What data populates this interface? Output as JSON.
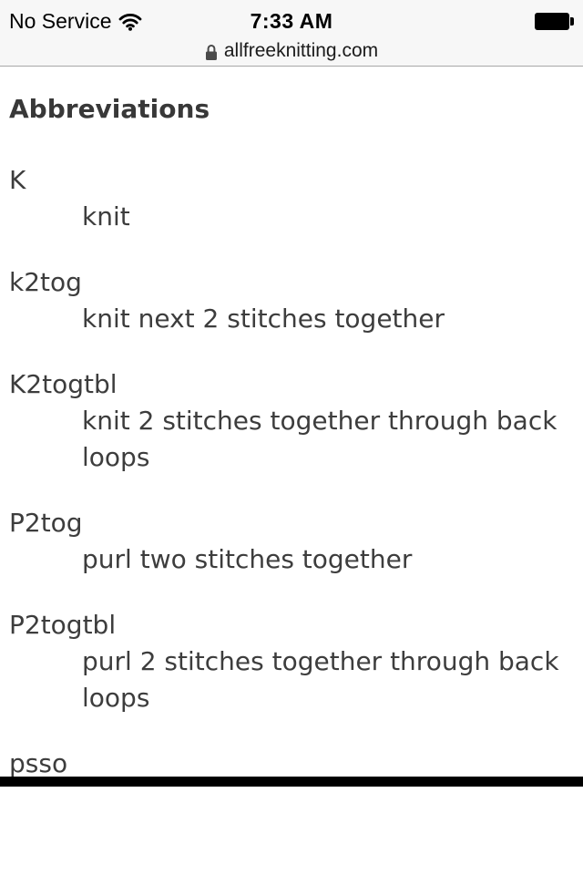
{
  "status_bar": {
    "carrier": "No Service",
    "time": "7:33 AM",
    "wifi_icon": "wifi-icon",
    "battery_icon": "battery-full-icon"
  },
  "url_bar": {
    "lock_icon": "lock-icon",
    "domain": "allfreeknitting.com"
  },
  "page": {
    "title": "Abbreviations",
    "entries": [
      {
        "term": "K",
        "definition": "knit"
      },
      {
        "term": "k2tog",
        "definition": "knit next 2 stitches together"
      },
      {
        "term": "K2togtbl",
        "definition": "knit 2 stitches together through back loops"
      },
      {
        "term": "P2tog",
        "definition": "purl two stitches together"
      },
      {
        "term": "P2togtbl",
        "definition": "purl 2 stitches together through back loops"
      },
      {
        "term": "psso",
        "definition": ""
      }
    ]
  }
}
